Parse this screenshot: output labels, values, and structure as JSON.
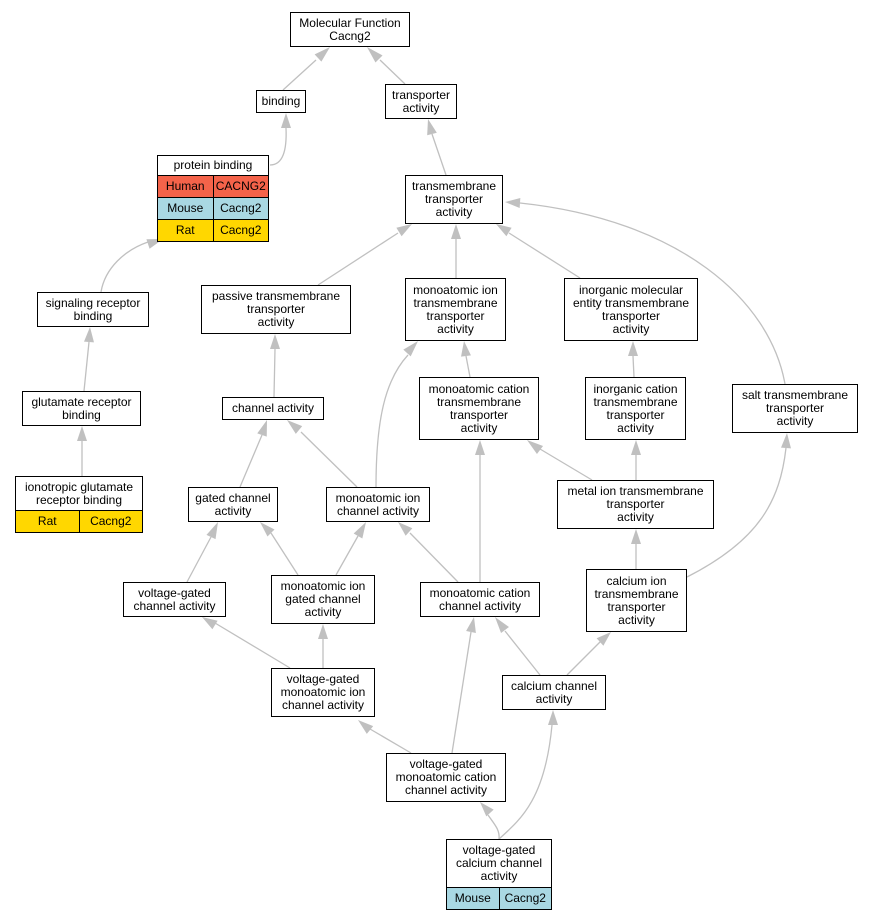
{
  "colors": {
    "edge": "#c0c0c0",
    "border": "#000000",
    "human": "#f4634a",
    "mouse": "#a9d8e3",
    "rat": "#ffd700"
  },
  "nodes": {
    "mf": {
      "lines": [
        "Molecular Function",
        "Cacng2"
      ]
    },
    "binding": {
      "lines": [
        "binding"
      ]
    },
    "transporter": {
      "lines": [
        "transporter",
        "activity"
      ]
    },
    "protein_binding": {
      "lines": [
        "protein binding"
      ],
      "orthologs": [
        {
          "species": "Human",
          "gene": "CACNG2",
          "color": "human"
        },
        {
          "species": "Mouse",
          "gene": "Cacng2",
          "color": "mouse"
        },
        {
          "species": "Rat",
          "gene": "Cacng2",
          "color": "rat"
        }
      ]
    },
    "tm_transporter": {
      "lines": [
        "transmembrane",
        "transporter",
        "activity"
      ]
    },
    "signaling": {
      "lines": [
        "signaling receptor",
        "binding"
      ]
    },
    "passive": {
      "lines": [
        "passive transmembrane",
        "transporter",
        "activity"
      ]
    },
    "mono_ion_tm": {
      "lines": [
        "monoatomic ion",
        "transmembrane",
        "transporter",
        "activity"
      ]
    },
    "inorganic_mol": {
      "lines": [
        "inorganic molecular",
        "entity transmembrane",
        "transporter",
        "activity"
      ]
    },
    "glutamate": {
      "lines": [
        "glutamate receptor",
        "binding"
      ]
    },
    "channel": {
      "lines": [
        "channel activity"
      ]
    },
    "mono_cation_tm": {
      "lines": [
        "monoatomic cation",
        "transmembrane",
        "transporter",
        "activity"
      ]
    },
    "inorganic_cation": {
      "lines": [
        "inorganic cation",
        "transmembrane",
        "transporter",
        "activity"
      ]
    },
    "salt": {
      "lines": [
        "salt transmembrane",
        "transporter",
        "activity"
      ]
    },
    "ionotropic": {
      "lines": [
        "ionotropic glutamate",
        "receptor binding"
      ],
      "orthologs": [
        {
          "species": "Rat",
          "gene": "Cacng2",
          "color": "rat"
        }
      ]
    },
    "gated": {
      "lines": [
        "gated channel",
        "activity"
      ]
    },
    "mono_ion_channel": {
      "lines": [
        "monoatomic ion",
        "channel activity"
      ]
    },
    "metal_ion": {
      "lines": [
        "metal ion transmembrane",
        "transporter",
        "activity"
      ]
    },
    "vg_channel": {
      "lines": [
        "voltage-gated",
        "channel activity"
      ]
    },
    "mono_ion_gated": {
      "lines": [
        "monoatomic ion",
        "gated channel",
        "activity"
      ]
    },
    "mono_cation_channel": {
      "lines": [
        "monoatomic cation",
        "channel activity"
      ]
    },
    "calcium_ion_tm": {
      "lines": [
        "calcium ion",
        "transmembrane",
        "transporter",
        "activity"
      ]
    },
    "vg_mono_ion": {
      "lines": [
        "voltage-gated",
        "monoatomic ion",
        "channel activity"
      ]
    },
    "calcium_channel": {
      "lines": [
        "calcium channel",
        "activity"
      ]
    },
    "vg_mono_cation": {
      "lines": [
        "voltage-gated",
        "monoatomic cation",
        "channel activity"
      ]
    },
    "vg_calcium": {
      "lines": [
        "voltage-gated",
        "calcium channel",
        "activity"
      ],
      "orthologs": [
        {
          "species": "Mouse",
          "gene": "Cacng2",
          "color": "mouse"
        }
      ]
    }
  }
}
